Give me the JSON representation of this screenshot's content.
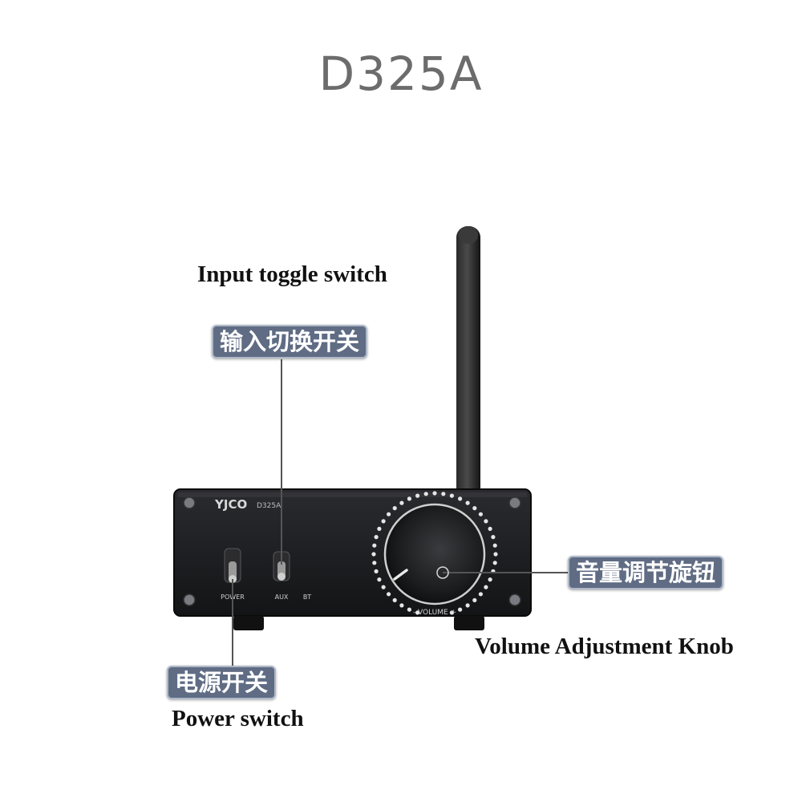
{
  "title": "D325A",
  "device": {
    "brand": "YJCO",
    "model_mark": "D325A",
    "switch_labels": {
      "power": "POWER",
      "aux": "AUX",
      "bt": "BT"
    },
    "knob_label": "- VOLUME +"
  },
  "callouts": {
    "input": {
      "en": "Input toggle switch",
      "cn": "输入切换开关"
    },
    "volume": {
      "en": "Volume Adjustment Knob",
      "cn": "音量调节旋钮"
    },
    "power": {
      "en": "Power switch",
      "cn": "电源开关"
    }
  },
  "colors": {
    "title": "#6c6c6c",
    "tag_bg": "#5f6c84",
    "panel": "#1c1d20",
    "leader": "#555555"
  }
}
